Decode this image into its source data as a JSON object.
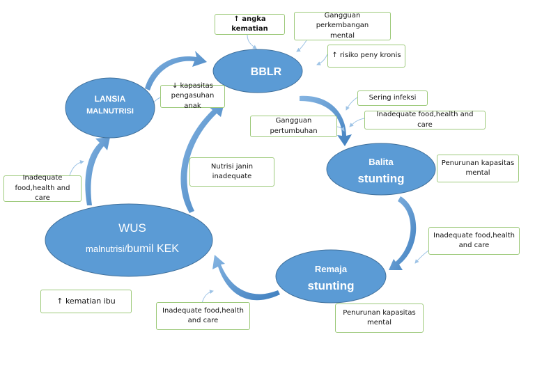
{
  "nodes": {
    "bblr": "BBLR",
    "lansia": [
      "LANSIA",
      "MALNUTRISI"
    ],
    "balita": [
      "Balita",
      "stunting"
    ],
    "remaja": [
      "Remaja",
      "stunting"
    ],
    "wus": [
      "WUS",
      "malnutrisi/",
      "bumil KEK"
    ]
  },
  "notes": {
    "angka_kematian": "↑ angka kematian",
    "gangguan_perkembangan": [
      "Gangguan perkembangan",
      "mental"
    ],
    "risiko_peny_kronis": "↑ risiko peny kronis",
    "kapasitas_pengasuhan": [
      "↓ kapasitas",
      "pengasuhan anak"
    ],
    "sering_infeksi": "Sering infeksi",
    "inadequate_top": "Inadequate food,health and care",
    "gangguan_pertumbuhan": "Gangguan pertumbuhan",
    "penurunan_balita": [
      "Penurunan kapasitas",
      "mental"
    ],
    "nutrisi_janin": [
      "Nutrisi janin",
      "inadequate"
    ],
    "inadequate_left": [
      "Inadequate",
      "food,health and care"
    ],
    "inadequate_right": [
      "Inadequate food,health",
      "and care"
    ],
    "inadequate_bottom": [
      "Inadequate food,health",
      "and care"
    ],
    "penurunan_remaja": [
      "Penurunan kapasitas",
      "mental"
    ],
    "kematian_ibu": "↑ kematian ibu"
  },
  "colors": {
    "node_fill": "#5b9bd5",
    "node_stroke": "#41719c",
    "box_border": "#9cc979",
    "arrow": "#5b9bd5"
  }
}
